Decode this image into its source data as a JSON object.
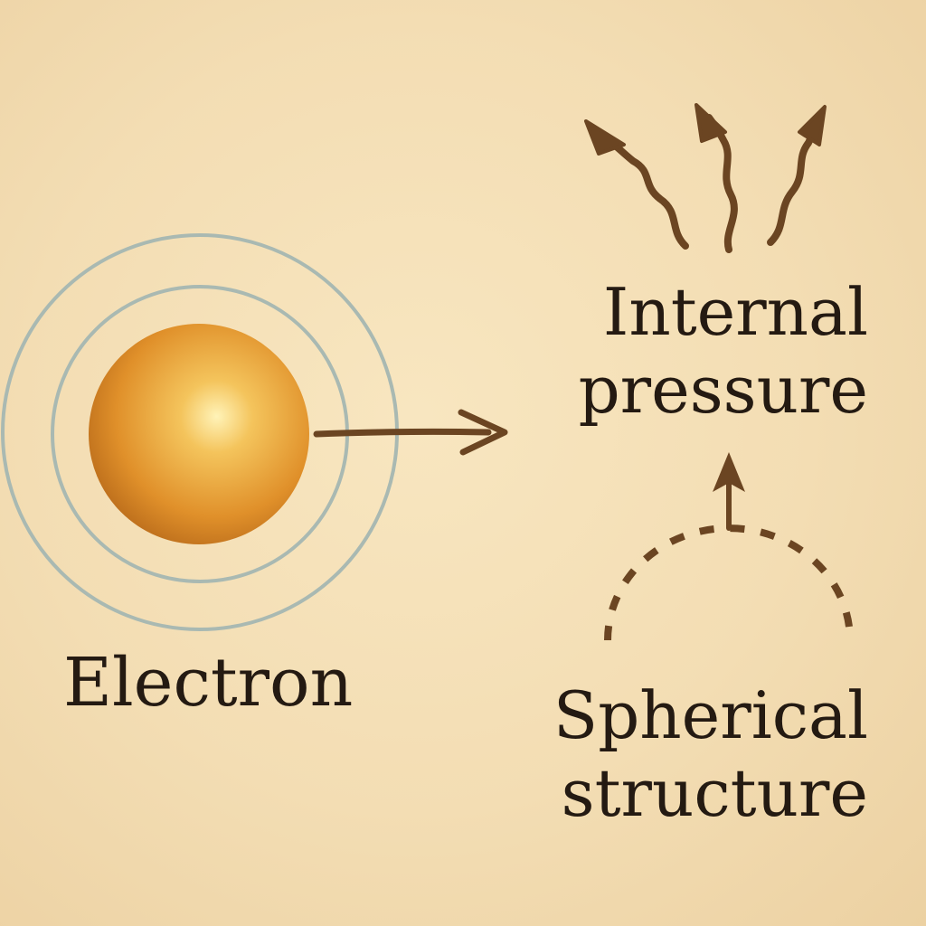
{
  "labels": {
    "electron": "Electron",
    "internal_pressure": [
      "Internal",
      "pressure"
    ],
    "spherical_structure": [
      "Spherical",
      "structure"
    ]
  },
  "colors": {
    "background": "#f3ddb3",
    "sphere_core": "#ffe9a0",
    "sphere_mid": "#e59a2e",
    "sphere_edge": "#b86a1a",
    "orbit_rings": "#a9b9b2",
    "arrows": "#6b4522",
    "text": "#241a12"
  },
  "icons": {
    "orbit": "concentric-rings",
    "pressure": "wavy-upward-arrows",
    "structure": "dashed-semicircle-with-up-arrow"
  }
}
